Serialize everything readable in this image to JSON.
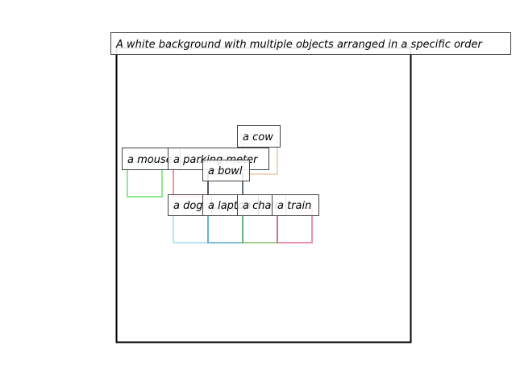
{
  "title": "A white background with multiple objects arranged in a specific order",
  "objects": [
    {
      "label": "a cow",
      "color": "#e8b98f"
    },
    {
      "label": "a mouse",
      "color": "#3ddc44"
    },
    {
      "label": "a parking meter",
      "color": "#d9546f"
    },
    {
      "label": "a bowl",
      "color": "#1e3b4a"
    },
    {
      "label": "a dog",
      "color": "#86d4e3"
    },
    {
      "label": "a laptop",
      "color": "#2f8fc9"
    },
    {
      "label": "a chair",
      "color": "#5bb03c"
    },
    {
      "label": "a train",
      "color": "#d9467a"
    }
  ]
}
